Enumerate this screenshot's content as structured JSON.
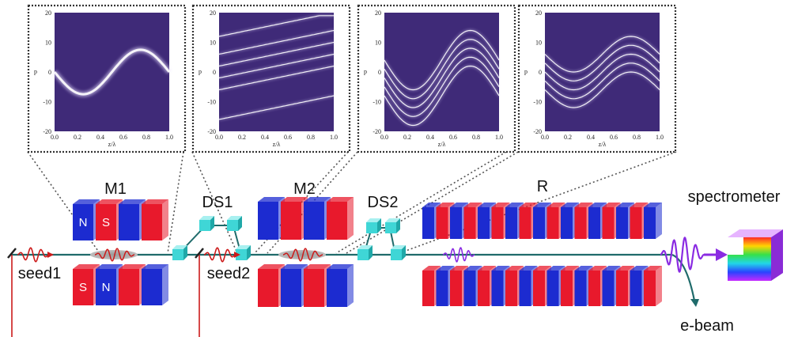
{
  "labels": {
    "m1": "M1",
    "ds1": "DS1",
    "m2": "M2",
    "ds2": "DS2",
    "r": "R",
    "spectrometer": "spectrometer",
    "seed1": "seed1",
    "seed2": "seed2",
    "ebeam": "e-beam"
  },
  "magnet_letters": {
    "n": "N",
    "s": "S"
  },
  "plot": {
    "x_ticks": [
      "0.0",
      "0.2",
      "0.4",
      "0.6",
      "0.8",
      "1.0"
    ],
    "y_ticks": [
      "20",
      "10",
      "0",
      "-10",
      "-20"
    ],
    "x_label": "z/λ",
    "y_label": "p"
  },
  "colors": {
    "magnet_red": "#e8192c",
    "magnet_blue": "#1c2bd0",
    "chicane": "#3fd6d6",
    "phase_bg": "#3f2a78",
    "seed_wave": "#cc1b1b",
    "harmonic_wave": "#8a2be2"
  }
}
